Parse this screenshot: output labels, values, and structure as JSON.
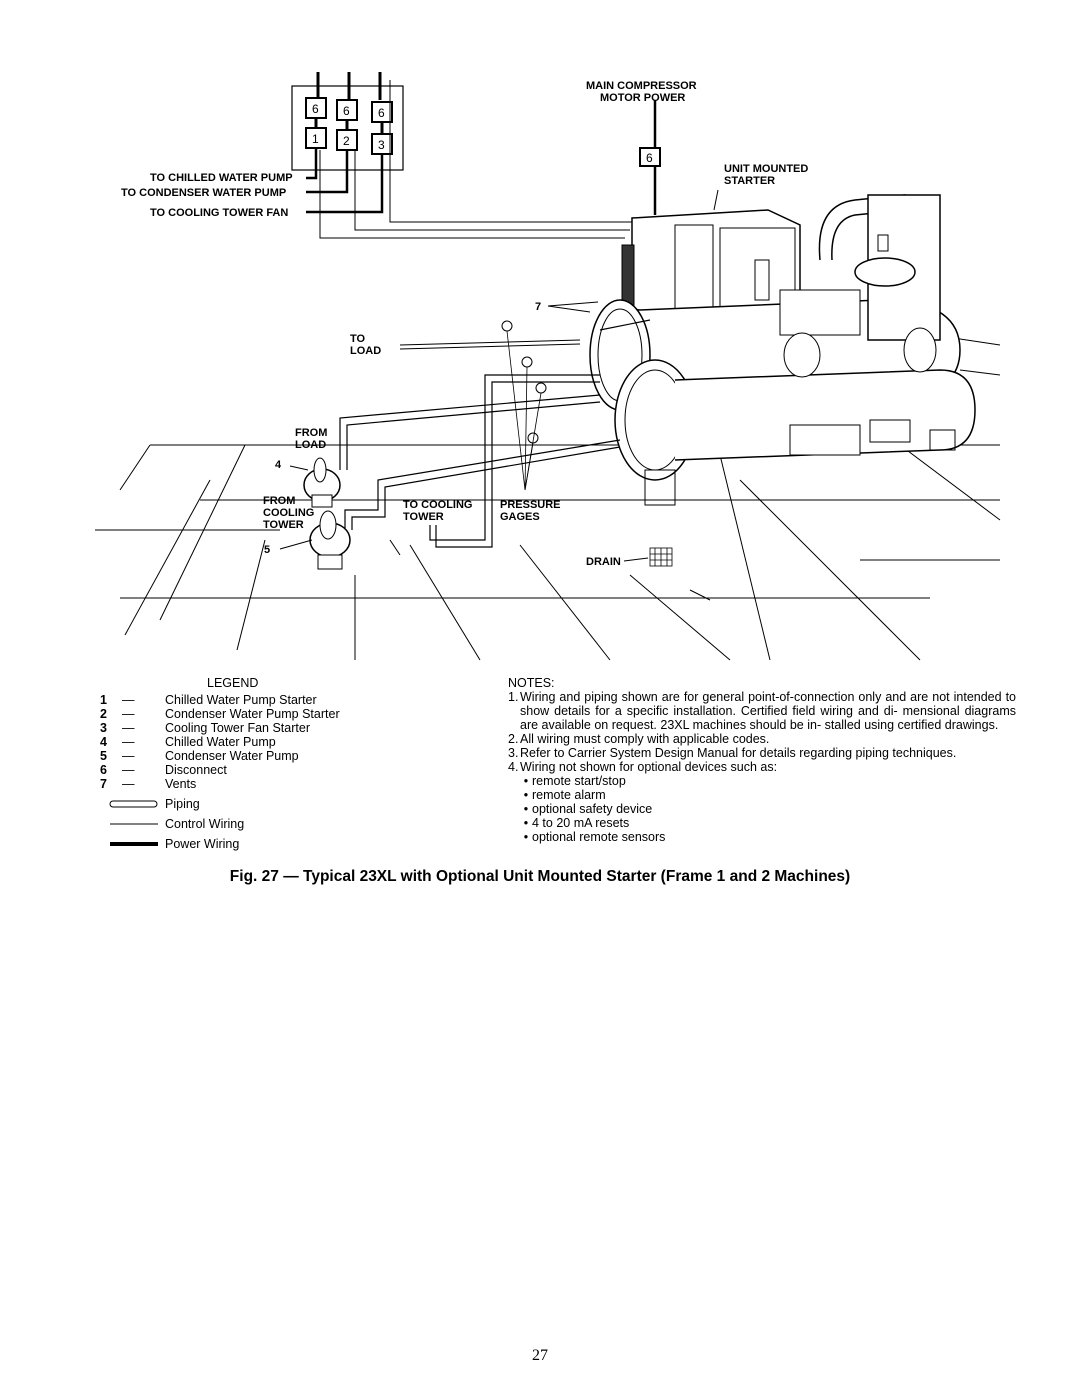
{
  "figure": {
    "labels": {
      "main_compressor_1": "MAIN COMPRESSOR",
      "main_compressor_2": "MOTOR POWER",
      "unit_mounted_1": "UNIT MOUNTED",
      "unit_mounted_2": "STARTER",
      "to_chilled": "TO CHILLED WATER PUMP",
      "to_condenser": "TO CONDENSER WATER PUMP",
      "to_cooling_fan": "TO COOLING TOWER FAN",
      "to_load_1": "TO",
      "to_load_2": "LOAD",
      "from_load_1": "FROM",
      "from_load_2": "LOAD",
      "from_tower_1": "FROM",
      "from_tower_2": "COOLING",
      "from_tower_3": "TOWER",
      "to_tower_1": "TO COOLING",
      "to_tower_2": "TOWER",
      "gages_1": "PRESSURE",
      "gages_2": "GAGES",
      "drain": "DRAIN",
      "num_4": "4",
      "num_5": "5",
      "num_7": "7"
    },
    "box_numbers": {
      "top_row": [
        "6",
        "6",
        "6"
      ],
      "bottom_row": [
        "1",
        "2",
        "3"
      ],
      "compressor_box": "6"
    }
  },
  "legend": {
    "title": "LEGEND",
    "dash": "—",
    "items": [
      {
        "num": "1",
        "text": "Chilled Water Pump Starter"
      },
      {
        "num": "2",
        "text": "Condenser Water Pump Starter"
      },
      {
        "num": "3",
        "text": "Cooling Tower Fan Starter"
      },
      {
        "num": "4",
        "text": "Chilled Water Pump"
      },
      {
        "num": "5",
        "text": "Condenser Water Pump"
      },
      {
        "num": "6",
        "text": "Disconnect"
      },
      {
        "num": "7",
        "text": "Vents"
      }
    ],
    "symbols": {
      "piping": "Piping",
      "control": "Control Wiring",
      "power": "Power Wiring"
    }
  },
  "notes": {
    "title": "NOTES:",
    "items": [
      {
        "num": "1.",
        "text": "Wiring and piping shown are for general point-of-connection only and are not intended to show details for a specific installation. Certified field wiring and di- mensional diagrams are available on request. 23XL machines should be in- stalled using certified drawings."
      },
      {
        "num": "2.",
        "text": "All wiring must comply with applicable codes."
      },
      {
        "num": "3.",
        "text": "Refer to Carrier System Design Manual for details regarding piping techniques."
      },
      {
        "num": "4.",
        "text": "Wiring not shown for optional devices such as:"
      }
    ],
    "bullets": [
      "remote start/stop",
      "remote alarm",
      "optional safety device",
      "4 to 20 mA resets",
      "optional remote sensors"
    ]
  },
  "caption": "Fig. 27 — Typical 23XL with Optional Unit Mounted Starter (Frame 1 and 2 Machines)",
  "page_number": "27"
}
